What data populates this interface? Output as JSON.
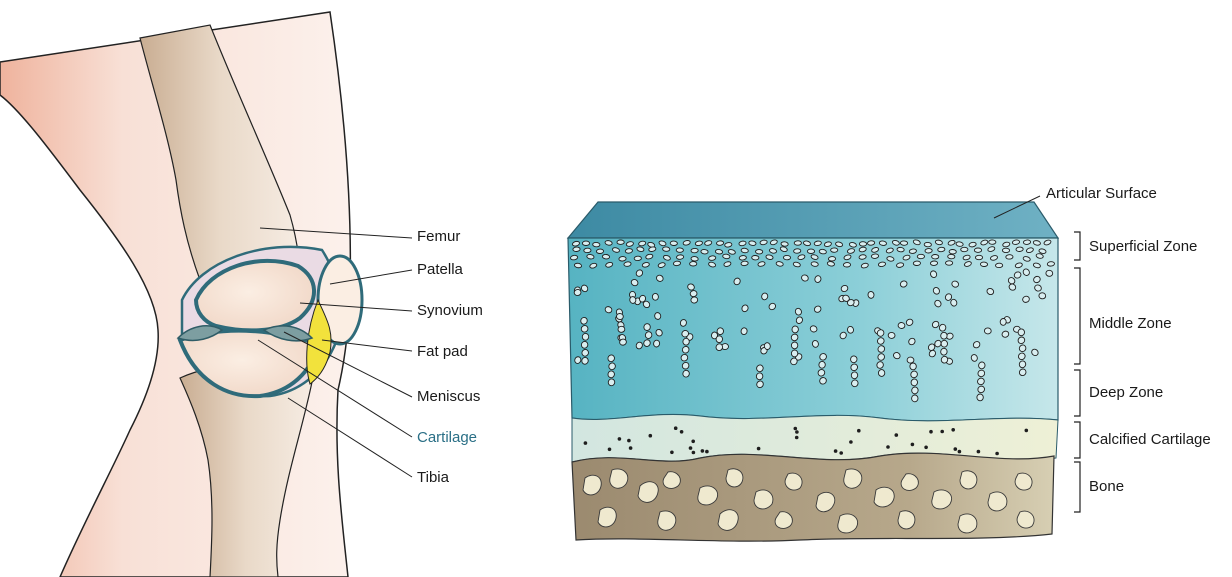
{
  "knee": {
    "labels": {
      "femur": "Femur",
      "patella": "Patella",
      "synovium": "Synovium",
      "fat_pad": "Fat pad",
      "meniscus": "Meniscus",
      "cartilage": "Cartilage",
      "tibia": "Tibia"
    },
    "highlight_color": "#2a6f86"
  },
  "cartilage_section": {
    "labels": {
      "articular_surface": "Articular Surface",
      "superficial_zone": "Superficial Zone",
      "middle_zone": "Middle Zone",
      "deep_zone": "Deep Zone",
      "calcified_cartilage": "Calcified Cartilage",
      "bone": "Bone"
    },
    "colors": {
      "surface": "#4d98ae",
      "cartilage": "#6fc0cc",
      "calcified": "#e3e6c9",
      "bone": "#a39378"
    }
  }
}
